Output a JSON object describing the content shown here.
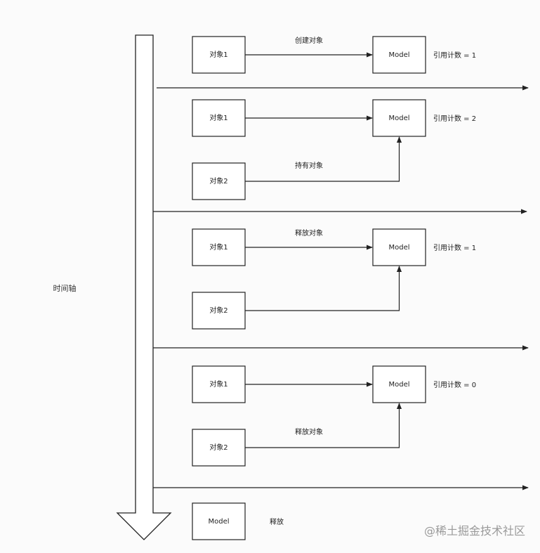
{
  "timeline": {
    "label": "时间轴"
  },
  "stages": [
    {
      "objects": [
        "对象1"
      ],
      "model": "Model",
      "action": "创建对象",
      "refcount": "引用计数 = 1"
    },
    {
      "objects": [
        "对象1",
        "对象2"
      ],
      "model": "Model",
      "action": "持有对象",
      "refcount": "引用计数 = 2"
    },
    {
      "objects": [
        "对象1",
        "对象2"
      ],
      "model": "Model",
      "action": "释放对象",
      "refcount": "引用计数 = 1"
    },
    {
      "objects": [
        "对象1",
        "对象2"
      ],
      "model": "Model",
      "action": "释放对象",
      "refcount": "引用计数 = 0"
    }
  ],
  "final": {
    "model": "Model",
    "label": "释放"
  },
  "watermark": "@稀土掘金技术社区"
}
